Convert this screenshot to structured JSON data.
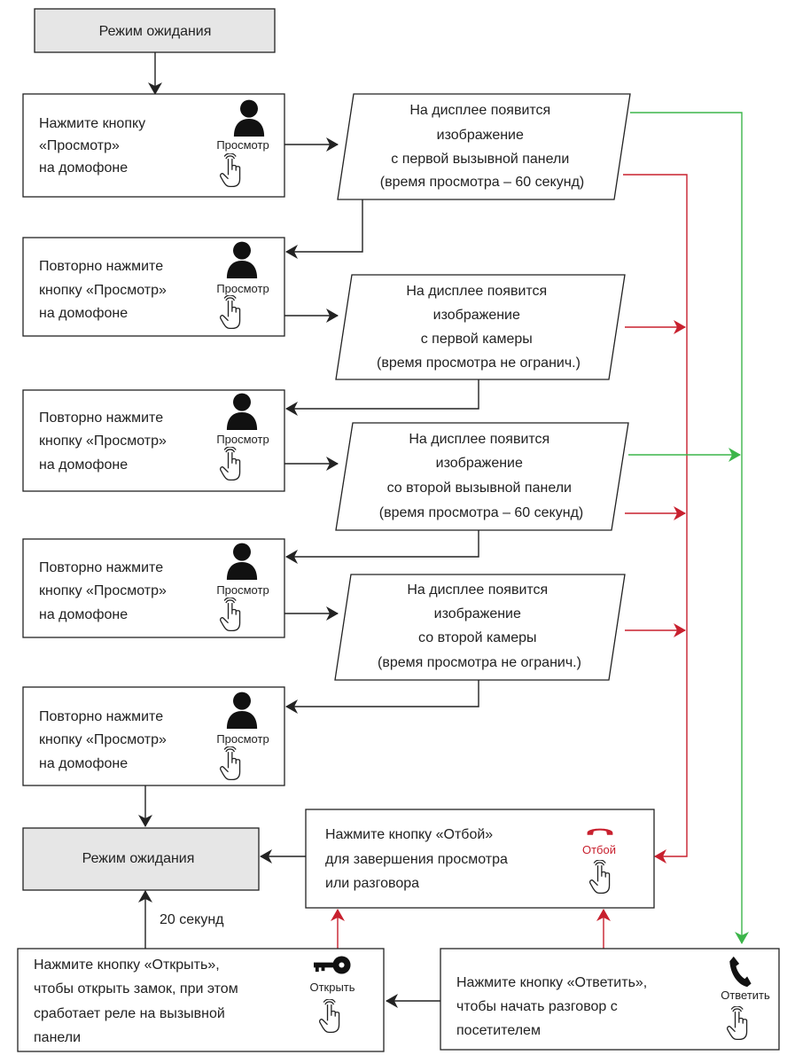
{
  "standby": "Режим ожидания",
  "press_view": [
    "Нажмите кнопку",
    "«Просмотр»",
    "на домофоне"
  ],
  "repeat_press": [
    "Повторно нажмите",
    "кнопку «Просмотр»",
    "на домофоне"
  ],
  "view_label": "Просмотр",
  "display_1": [
    "На дисплее появится",
    "изображение",
    "с первой вызывной панели",
    "(время просмотра – 60 секунд)"
  ],
  "display_2": [
    "На дисплее появится",
    "изображение",
    "с первой камеры",
    "(время просмотра не огранич.)"
  ],
  "display_3": [
    "На дисплее появится",
    "изображение",
    "со второй вызывной панели",
    "(время просмотра – 60 секунд)"
  ],
  "display_4": [
    "На дисплее появится",
    "изображение",
    "со второй камеры",
    "(время просмотра не огранич.)"
  ],
  "hangup_text": [
    "Нажмите кнопку «Отбой»",
    "для завершения просмотра",
    "или разговора"
  ],
  "hangup_label": "Отбой",
  "open_text": [
    "Нажмите кнопку «Открыть»,",
    "чтобы открыть замок, при этом",
    "сработает реле на вызывной",
    "панели"
  ],
  "open_label": "Открыть",
  "answer_text": [
    "Нажмите кнопку «Ответить»,",
    "чтобы начать разговор с",
    "посетителем"
  ],
  "answer_label": "Ответить",
  "timeout_label": "20 секунд",
  "colors": {
    "red": "#c8202e",
    "green": "#3cb54a",
    "standby_fill": "#e6e6e6"
  }
}
